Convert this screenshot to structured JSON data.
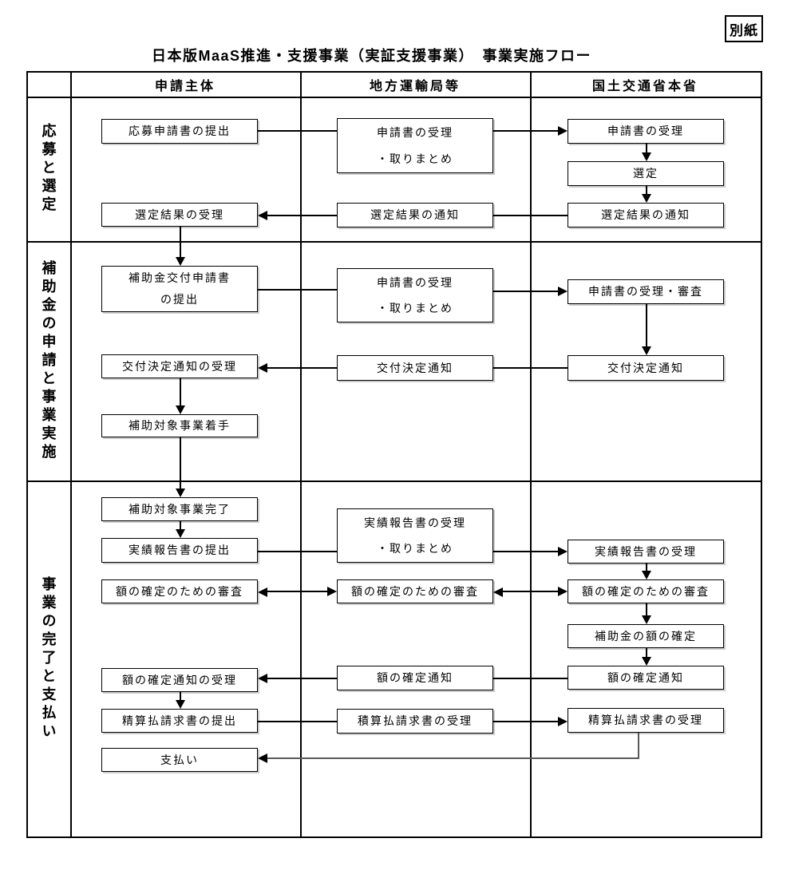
{
  "page": {
    "attachment_label": "別紙",
    "title": "日本版MaaS推進・支援事業（実証支援事業）　事業実施フロー"
  },
  "columns": {
    "applicant": "申請主体",
    "regional_bureau": "地方運輸局等",
    "ministry_hq": "国土交通省本省"
  },
  "rows": {
    "application_selection": "応募と選定",
    "subsidy_application": "補助金の申請と事業実施",
    "completion_payment": "事業の完了と支払い"
  },
  "boxes": {
    "submit_application": "応募申請書の提出",
    "receive_compile_1": [
      "申請書の受理",
      "・取りまとめ"
    ],
    "receive_application_hq": "申請書の受理",
    "selection": "選定",
    "notify_selection_hq": "選定結果の通知",
    "notify_selection_bureau": "選定結果の通知",
    "receive_selection": "選定結果の受理",
    "submit_grant_application": [
      "補助金交付申請書",
      "の提出"
    ],
    "receive_compile_2": [
      "申請書の受理",
      "・取りまとめ"
    ],
    "receive_review_hq": "申請書の受理・審査",
    "grant_decision_hq": "交付決定通知",
    "grant_decision_bureau": "交付決定通知",
    "receive_grant_decision": "交付決定通知の受理",
    "start_project": "補助対象事業着手",
    "complete_project": "補助対象事業完了",
    "submit_report": "実績報告書の提出",
    "receive_compile_report": [
      "実績報告書の受理",
      "・取りまとめ"
    ],
    "receive_report_hq": "実績報告書の受理",
    "audit_applicant": "額の確定のための審査",
    "audit_bureau": "額の確定のための審査",
    "audit_hq": "額の確定のための審査",
    "determine_amount": "補助金の額の確定",
    "amount_notice_hq": "額の確定通知",
    "amount_notice_bureau": "額の確定通知",
    "receive_amount_notice": "額の確定通知の受理",
    "submit_payment_request": "精算払請求書の提出",
    "receive_payment_request_bureau": "積算払請求書の受理",
    "receive_payment_request_hq": "精算払請求書の受理",
    "payment": "支払い"
  },
  "colors": {
    "line": "#000000",
    "connector_gray": "#595959"
  }
}
